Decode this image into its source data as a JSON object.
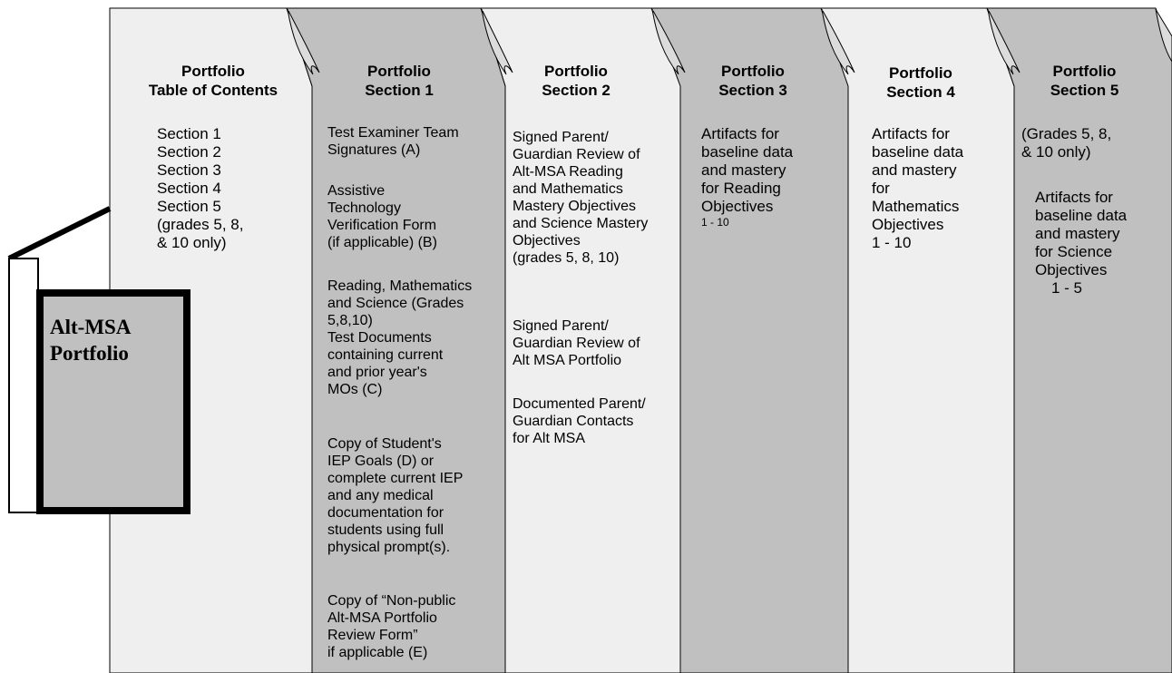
{
  "binder": {
    "label_line1": "Alt-MSA",
    "label_line2": "Portfolio"
  },
  "toc": {
    "title_line1": "Portfolio",
    "title_line2": "Table of Contents",
    "items": [
      "Section 1",
      "Section 2",
      "Section 3",
      "Section 4",
      "Section 5",
      "(grades 5, 8,",
      "& 10 only)"
    ]
  },
  "section1": {
    "title_line1": "Portfolio",
    "title_line2": "Section 1",
    "items": [
      [
        "Test Examiner Team",
        "Signatures (A)"
      ],
      [
        "Assistive",
        "Technology",
        "Verification Form",
        "(if applicable) (B)"
      ],
      [
        "Reading, Mathematics",
        "and Science (Grades",
        "5,8,10)",
        "Test Documents",
        "containing current",
        "and prior year's",
        "MOs (C)"
      ],
      [
        "Copy of Student's",
        "IEP Goals (D) or",
        "complete current IEP",
        "and any medical",
        "documentation for",
        "students using full",
        "physical prompt(s)."
      ],
      [
        "Copy of “Non-public",
        "Alt-MSA Portfolio",
        "Review Form”",
        "if applicable (E)"
      ]
    ]
  },
  "section2": {
    "title_line1": "Portfolio",
    "title_line2": "Section 2",
    "items": [
      [
        "Signed Parent/",
        "Guardian Review of",
        "Alt-MSA Reading",
        "and Mathematics",
        "Mastery Objectives",
        "and Science Mastery",
        "Objectives",
        "(grades 5, 8, 10)"
      ],
      [
        "Signed Parent/",
        "Guardian Review of",
        "Alt MSA Portfolio"
      ],
      [
        "Documented Parent/",
        "Guardian Contacts",
        "for Alt MSA"
      ]
    ]
  },
  "section3": {
    "title_line1": "Portfolio",
    "title_line2": "Section 3",
    "items": [
      "Artifacts for",
      "baseline data",
      "and mastery",
      "for Reading",
      "Objectives"
    ],
    "range": "1 - 10"
  },
  "section4": {
    "title_line1": "Portfolio",
    "title_line2": "Section 4",
    "items": [
      "Artifacts for",
      "baseline data",
      "and mastery",
      "for",
      "Mathematics",
      "Objectives",
      "1 - 10"
    ]
  },
  "section5": {
    "title_line1": "Portfolio",
    "title_line2": "Section 5",
    "note": [
      "(Grades 5, 8,",
      "& 10 only)"
    ],
    "items": [
      "Artifacts for",
      "baseline data",
      "and mastery",
      "for Science",
      "Objectives",
      "1 -  5"
    ]
  },
  "colors": {
    "light_panel": "#efefef",
    "dark_panel": "#c0c0c0",
    "outline": "#000000"
  }
}
